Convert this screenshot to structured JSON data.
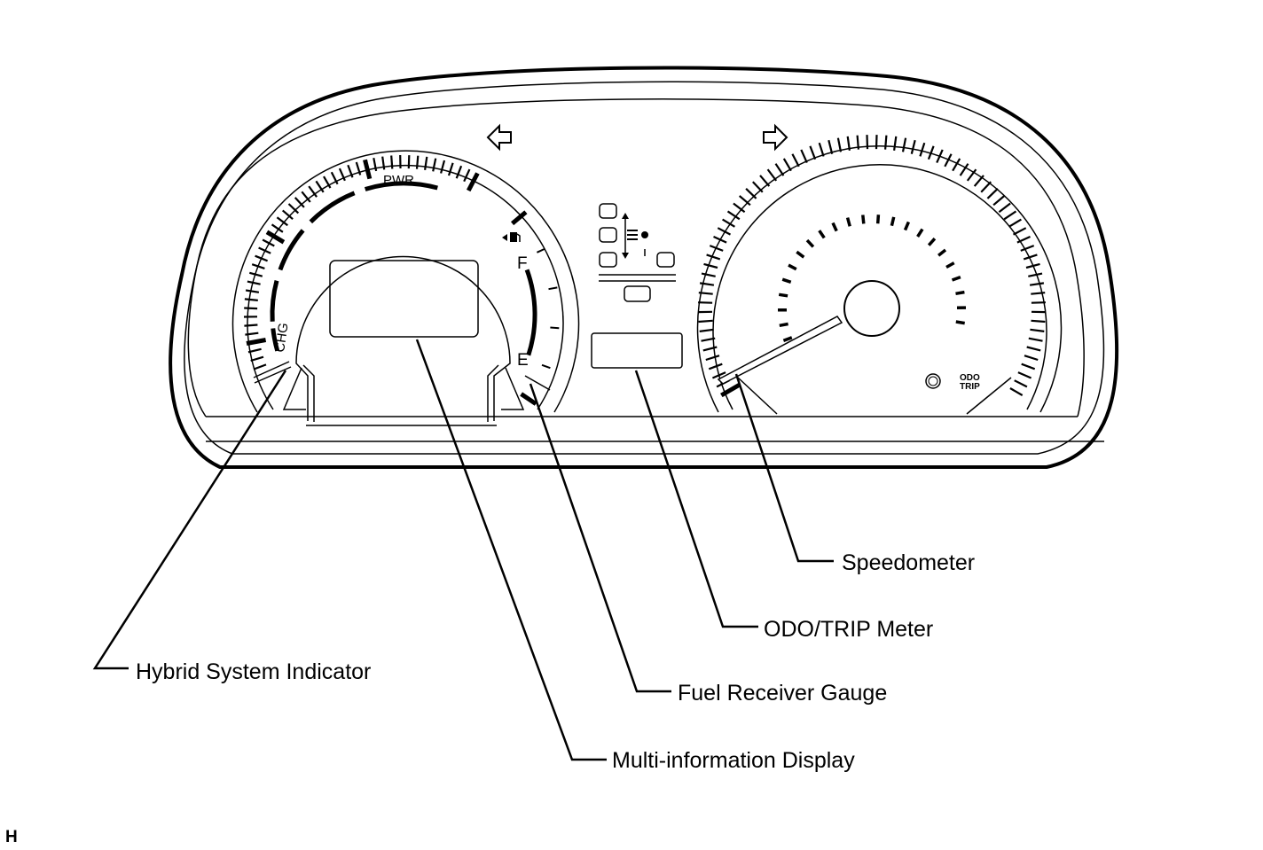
{
  "gauges": {
    "hybrid": {
      "chg_label": "CHG",
      "pwr_label": "PWR"
    },
    "fuel": {
      "full_label": "F",
      "empty_label": "E"
    },
    "speedometer": {
      "odo_label": "ODO",
      "trip_label": "TRIP"
    }
  },
  "callouts": {
    "speedometer": "Speedometer",
    "odo_trip": "ODO/TRIP Meter",
    "hybrid_indicator": "Hybrid System Indicator",
    "fuel_gauge": "Fuel Receiver Gauge",
    "multi_info": "Multi-information Display"
  },
  "corner_mark": "H"
}
